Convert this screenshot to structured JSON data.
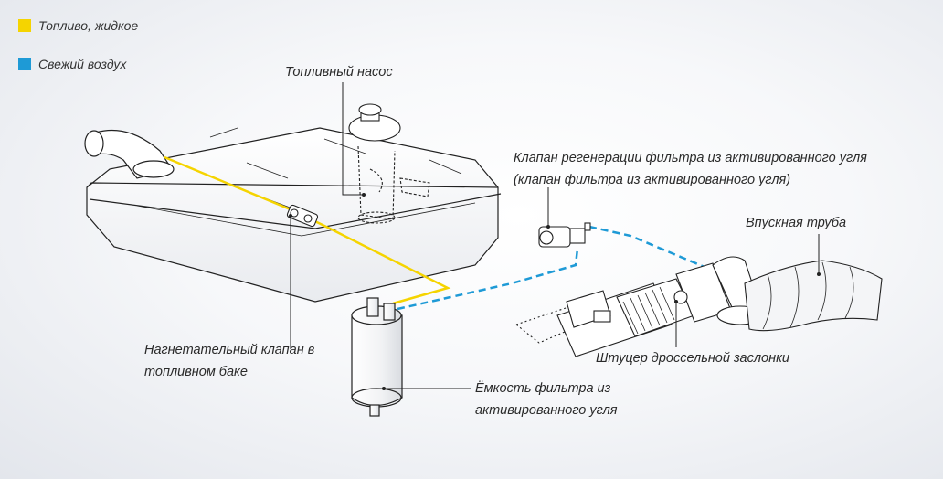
{
  "legend": [
    {
      "text": "Топливо, жидкое",
      "color": "#f5d400"
    },
    {
      "text": "Свежий воздух",
      "color": "#1e9ad6"
    }
  ],
  "labels": {
    "fuel_pump": "Топливный насос",
    "regen_valve_line1": "Клапан регенерации фильтра из активированного угля",
    "regen_valve_line2": "(клапан фильтра из активированного угля)",
    "intake_pipe": "Впускная труба",
    "pressure_valve_line1": "Нагнетательный клапан в",
    "pressure_valve_line2": "топливном баке",
    "throttle_fitting": "Штуцер дроссельной заслонки",
    "canister_line1": "Ёмкость фильтра из",
    "canister_line2": "активированного угля"
  },
  "colors": {
    "fuel": "#f5d400",
    "air": "#1e9ad6"
  }
}
